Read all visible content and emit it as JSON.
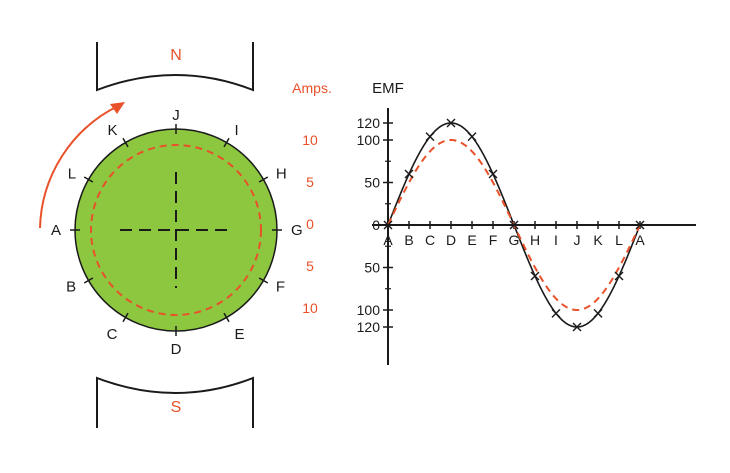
{
  "colors": {
    "disc_fill": "#8dc63f",
    "accent_red": "#e8512a",
    "ink": "#1a1a1a"
  },
  "magnet": {
    "north_label": "N",
    "south_label": "S"
  },
  "rotation_arrow": "curved-arrow-icon",
  "disc_points": [
    "A",
    "B",
    "C",
    "D",
    "E",
    "F",
    "G",
    "H",
    "I",
    "J",
    "K",
    "L"
  ],
  "current_scale": {
    "title": "Amps.",
    "labels": [
      "10",
      "5",
      "0",
      "5",
      "10"
    ]
  },
  "chart_data": {
    "type": "line",
    "ylabel": "EMF",
    "x_categories": [
      "A",
      "B",
      "C",
      "D",
      "E",
      "F",
      "G",
      "H",
      "I",
      "J",
      "K",
      "L",
      "A"
    ],
    "y_tick_labels_top": [
      "120",
      "100",
      "50",
      "0"
    ],
    "y_tick_labels_bottom": [
      "50",
      "100",
      "120"
    ],
    "ylim": [
      -120,
      120
    ],
    "series": [
      {
        "style": "solid-black-with-x-markers",
        "values": [
          0,
          60,
          104,
          120,
          104,
          60,
          0,
          -60,
          -104,
          -120,
          -104,
          -60,
          0
        ]
      },
      {
        "style": "dashed-red",
        "values": [
          0,
          50,
          87,
          100,
          87,
          50,
          0,
          -50,
          -87,
          -100,
          -87,
          -50,
          0
        ]
      }
    ]
  }
}
